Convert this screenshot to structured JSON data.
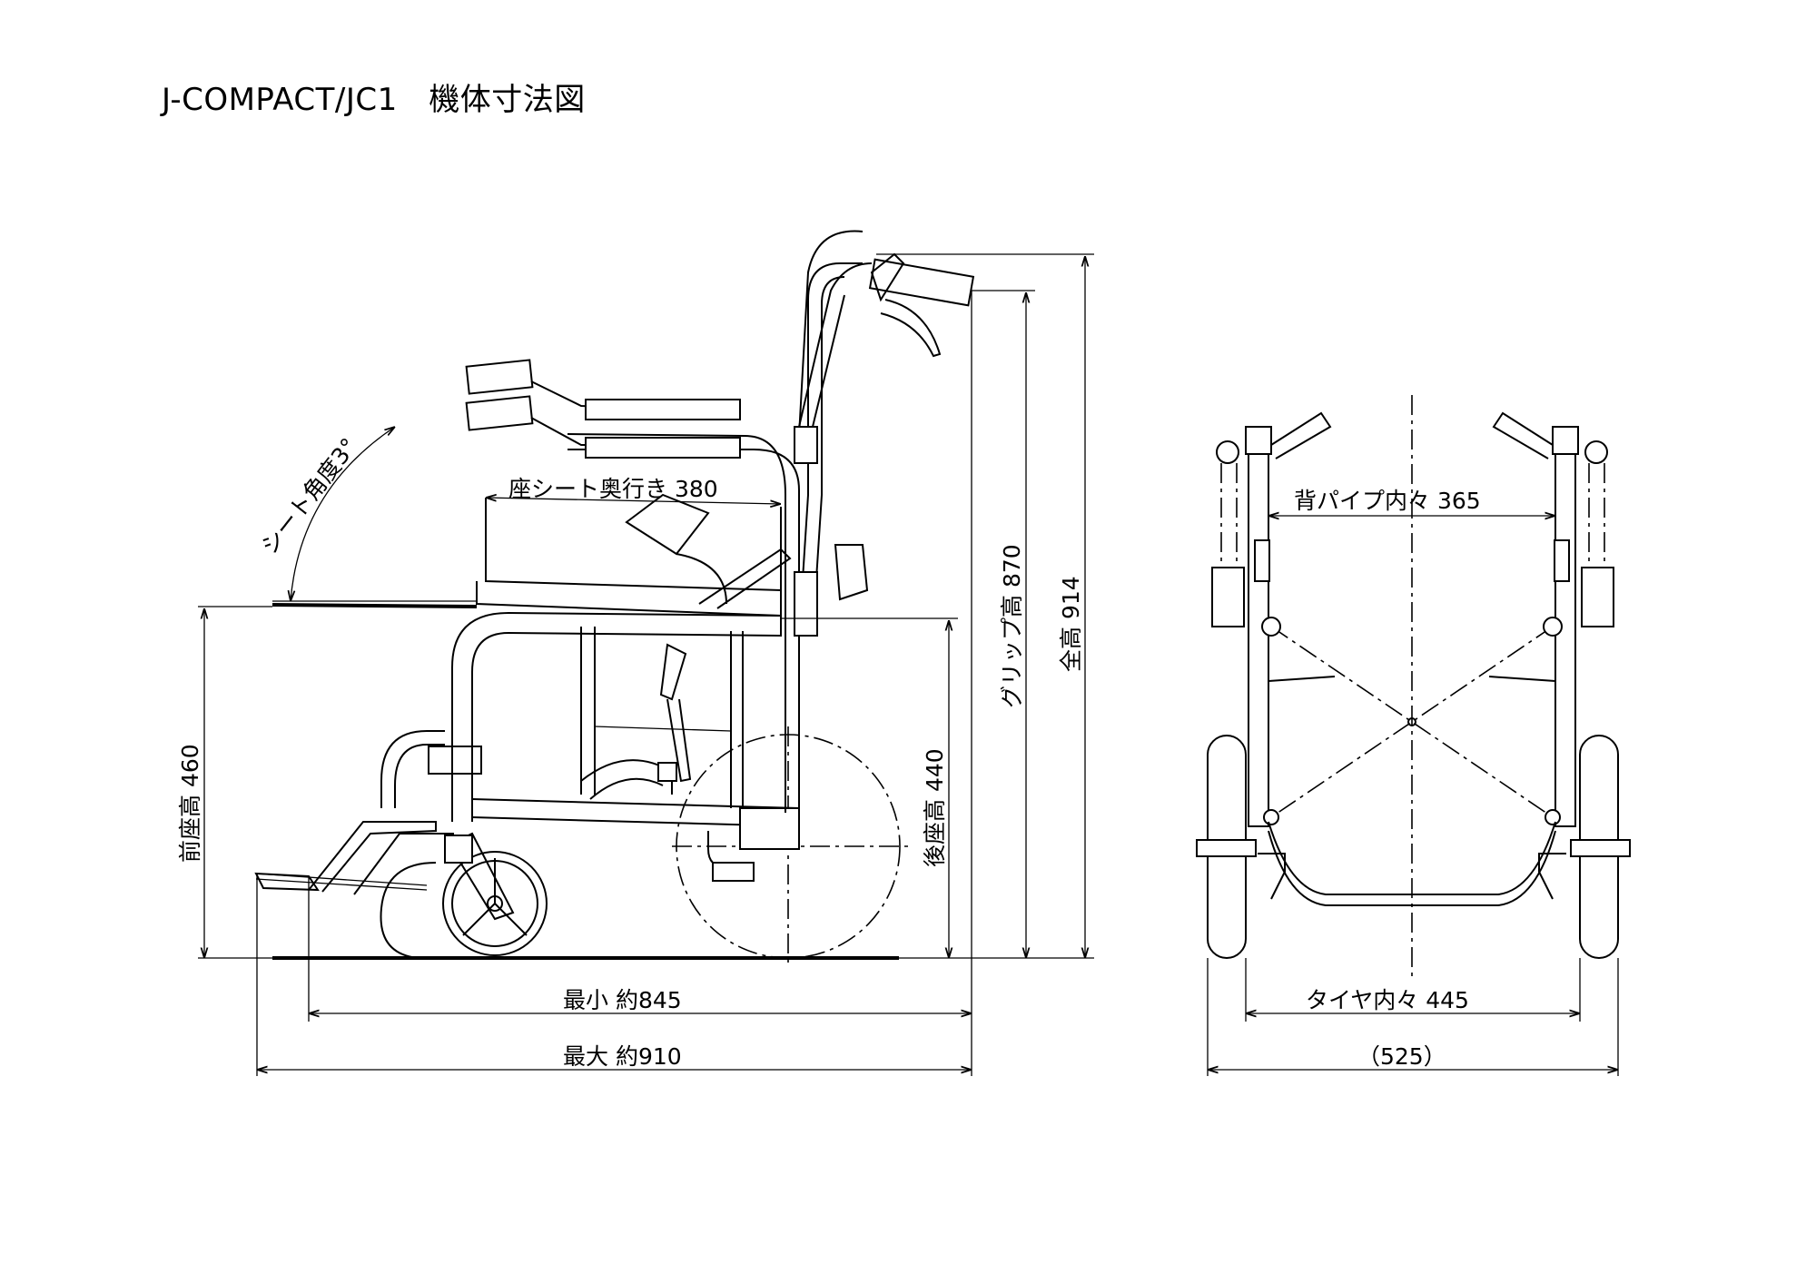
{
  "title": "J-COMPACT/JC1　機体寸法図",
  "side_view": {
    "seat_angle": "シート角度3°",
    "seat_depth": "座シート奥行き 380",
    "front_seat_height": "前座高 460",
    "rear_seat_height": "後座高 440",
    "grip_height": "グリップ高 870",
    "total_height": "全高 914",
    "length_min": "最小 約845",
    "length_max": "最大 約910"
  },
  "front_view": {
    "back_pipe_inner": "背パイプ内々 365",
    "tire_inner": "タイヤ内々 445",
    "overall_width": "（525）"
  }
}
